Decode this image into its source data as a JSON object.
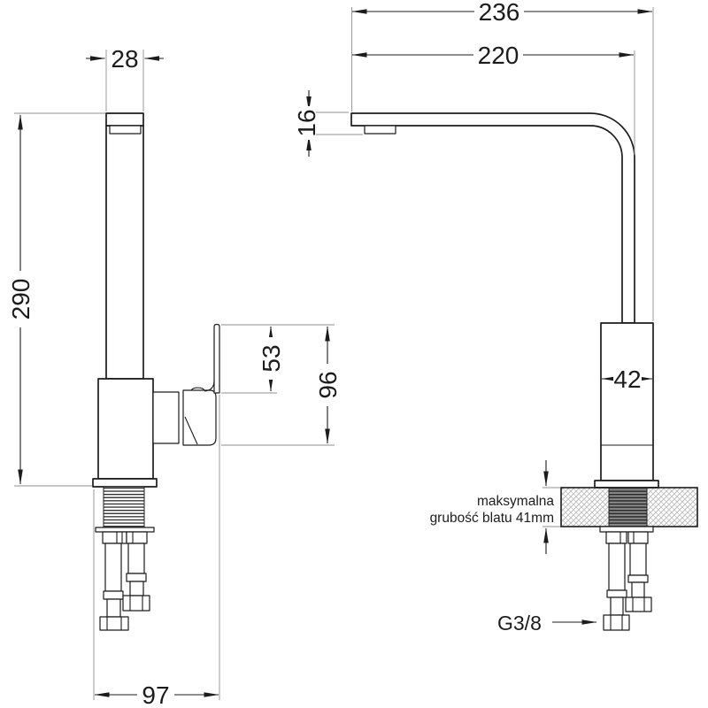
{
  "drawing": {
    "kind": "faucet-dimension-drawing",
    "dims": {
      "total_reach": "236",
      "spout_reach": "220",
      "spout_width": "28",
      "spout_height": "16",
      "total_height": "290",
      "handle_offset": "53",
      "handle_height": "96",
      "body_width": "42",
      "base_span": "97"
    },
    "labels": {
      "thread_size": "G3/8",
      "note_line1": "maksymalna",
      "note_line2": "grubość blatu 41mm"
    },
    "colors": {
      "line": "#1c1c1c",
      "extension_line": "#8f8f8f",
      "background": "#ffffff",
      "hatch": "#b2b2b2",
      "thread_fill": "#8a8a8a"
    }
  }
}
